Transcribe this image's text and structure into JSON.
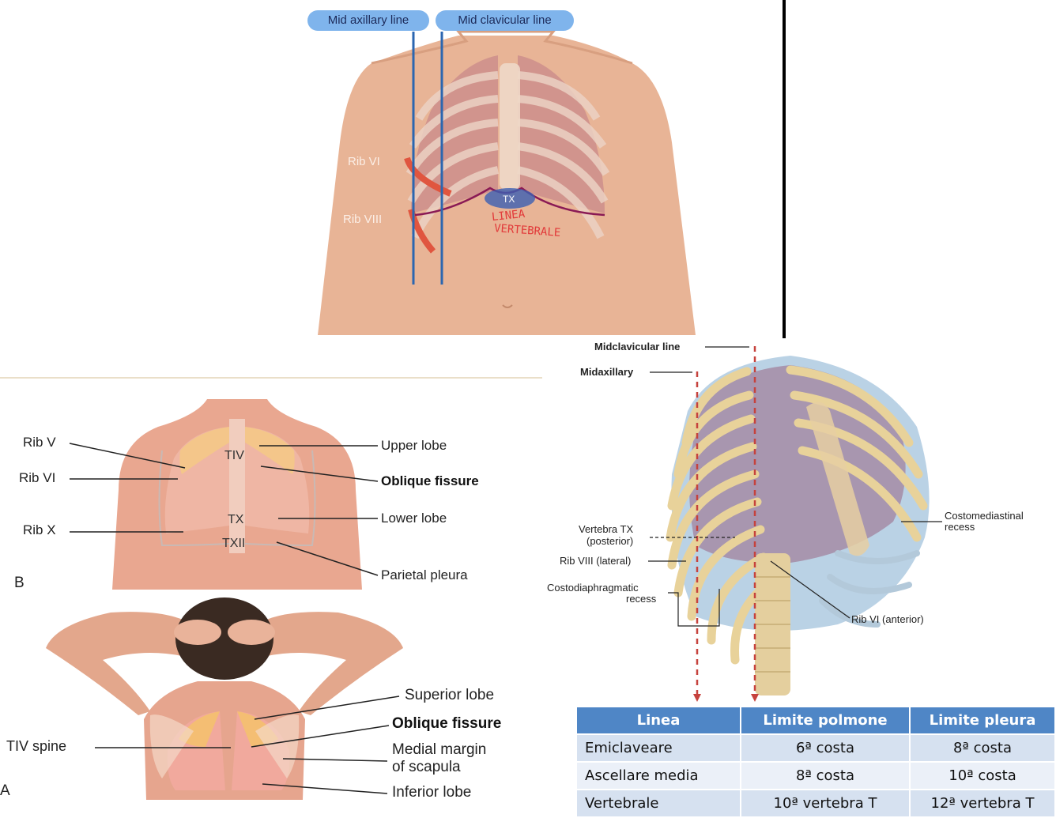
{
  "top": {
    "tags": [
      "Mid axillary line",
      "Mid clavicular line"
    ],
    "rib6": "Rib VI",
    "rib8": "Rib VIII",
    "tx": "TX",
    "note_line1": "LINEA",
    "note_line2": "VERTEBRALE"
  },
  "back": {
    "rib5": "Rib V",
    "rib6": "Rib VI",
    "rib10": "Rib X",
    "tiv": "TIV",
    "tx": "TX",
    "txii": "TXII",
    "upper_lobe": "Upper lobe",
    "oblique": "Oblique fissure",
    "lower_lobe": "Lower lobe",
    "parietal": "Parietal pleura",
    "panel": "B"
  },
  "arms": {
    "tiv_spine": "TIV spine",
    "superior": "Superior lobe",
    "oblique": "Oblique fissure",
    "medial1": "Medial margin",
    "medial2": "of scapula",
    "inferior": "Inferior lobe",
    "panel": "A"
  },
  "ribcage": {
    "midclavicular": "Midclavicular line",
    "midaxillary": "Midaxillary",
    "vertebra1": "Vertebra TX",
    "vertebra2": "(posterior)",
    "rib8": "Rib VIII (lateral)",
    "costo1": "Costodiaphragmatic",
    "costo2": "recess",
    "rib6": "Rib VI (anterior)",
    "costomed1": "Costomediastinal",
    "costomed2": "recess"
  },
  "table": {
    "headers": [
      "Linea",
      "Limite polmone",
      "Limite pleura"
    ],
    "rows": [
      [
        "Emiclaveare",
        "6ª costa",
        "8ª costa"
      ],
      [
        "Ascellare media",
        "8ª costa",
        "10ª costa"
      ],
      [
        "Vertebrale",
        "10ª vertebra T",
        "12ª vertebra T"
      ]
    ]
  }
}
